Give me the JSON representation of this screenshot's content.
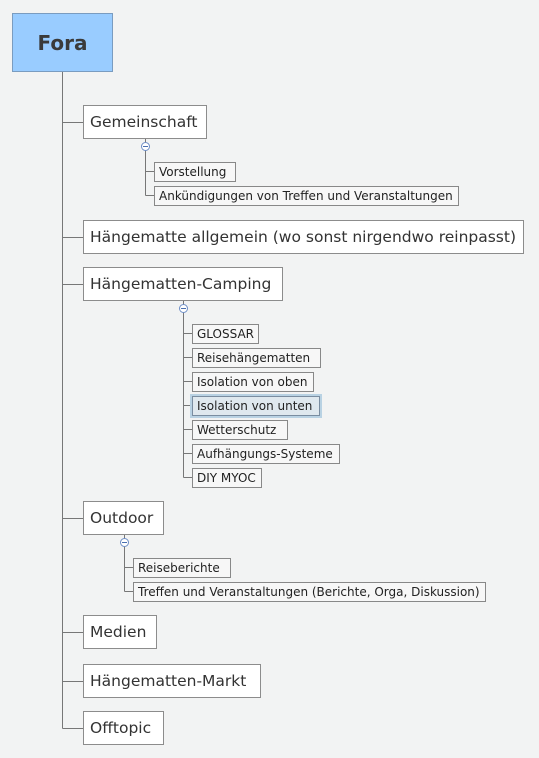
{
  "root": {
    "label": "Fora"
  },
  "topics": [
    {
      "label": "Gemeinschaft",
      "children": [
        "Vorstellung",
        "Ankündigungen von Treffen und Veranstaltungen"
      ]
    },
    {
      "label": "Hängematte allgemein (wo sonst nirgendwo reinpasst)",
      "children": []
    },
    {
      "label": "Hängematten-Camping",
      "children": [
        "GLOSSAR",
        "Reisehängematten",
        "Isolation von oben",
        "Isolation von unten",
        "Wetterschutz",
        "Aufhängungs-Systeme",
        "DIY MYOC"
      ]
    },
    {
      "label": "Outdoor",
      "children": [
        "Reiseberichte",
        "Treffen und Veranstaltungen (Berichte, Orga, Diskussion)"
      ]
    },
    {
      "label": "Medien",
      "children": []
    },
    {
      "label": "Hängematten-Markt",
      "children": []
    },
    {
      "label": "Offtopic",
      "children": []
    }
  ],
  "selected": "Isolation von unten"
}
